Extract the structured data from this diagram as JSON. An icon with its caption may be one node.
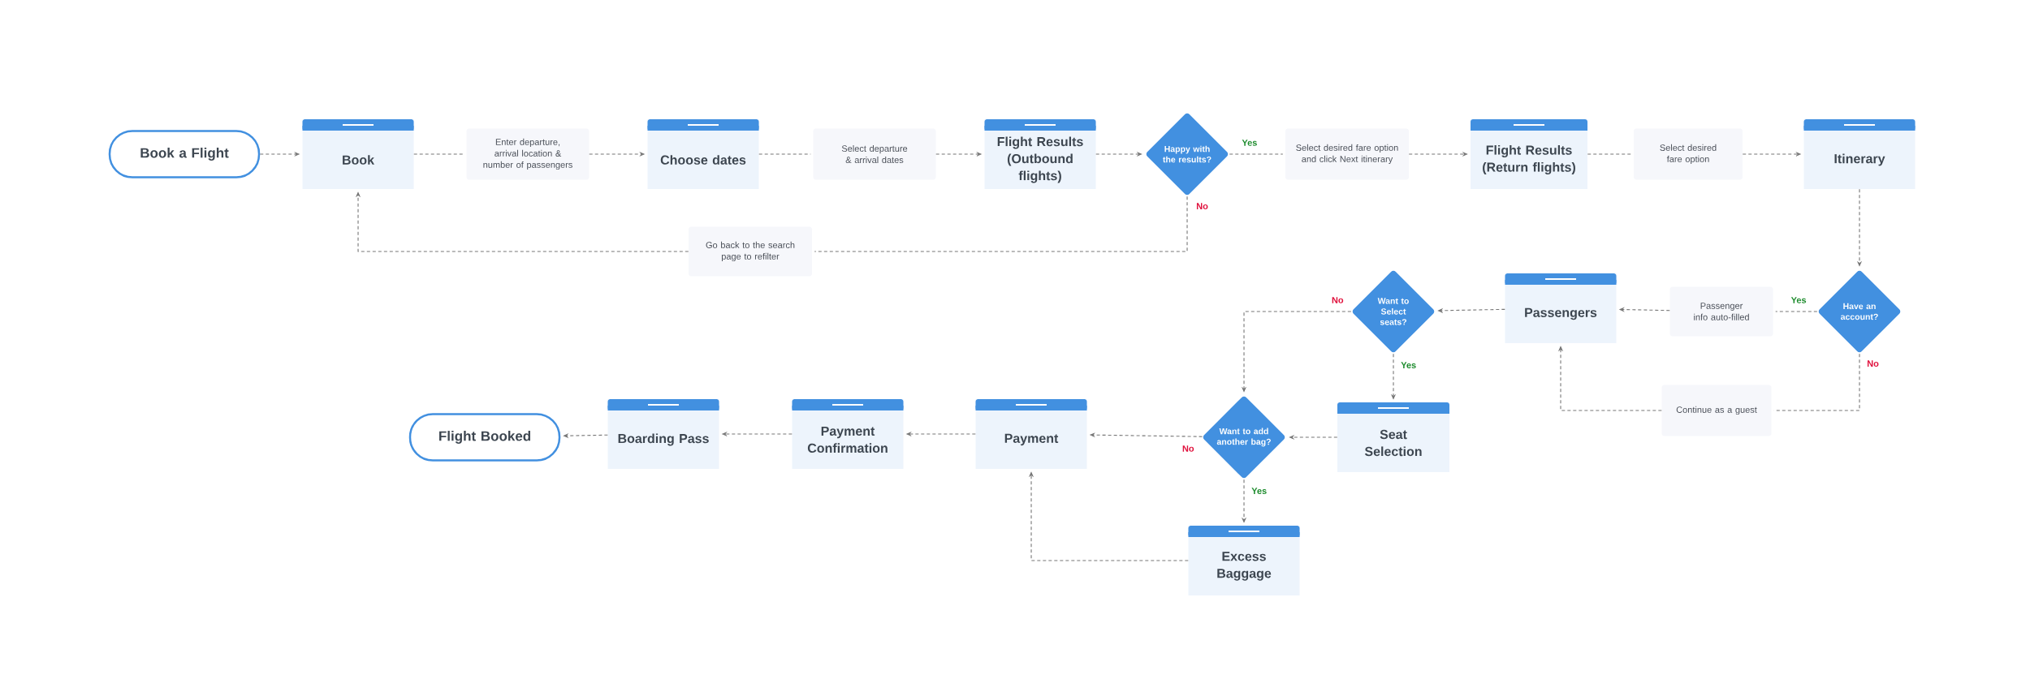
{
  "diagram": {
    "nodes": [
      {
        "text": [
          "Book a Flight"
        ]
      },
      {
        "text": [
          "Book"
        ]
      },
      {
        "text": [
          "Enter departure, arrival location & number of passengers"
        ]
      },
      {
        "text": [
          "Choose dates"
        ]
      },
      {
        "text": [
          "Select departure & arrival dates"
        ]
      },
      {
        "text": [
          "Flight Results (Outbound flights)"
        ]
      },
      {
        "text": [
          "Happy with the results?"
        ]
      },
      {
        "text": [
          "Select desired fare option and click Next itinerary"
        ]
      },
      {
        "text": [
          "Flight Results (Return flights)"
        ]
      },
      {
        "text": [
          "Select desired fare option"
        ]
      },
      {
        "text": [
          "Itinerary"
        ]
      },
      {
        "text": [
          "Go back to the search page to refilter"
        ]
      },
      {
        "text": [
          "Have an account?"
        ]
      },
      {
        "text": [
          "Passenger info auto-filled"
        ]
      },
      {
        "text": [
          "Passengers"
        ]
      },
      {
        "text": [
          "Want to Select seats?"
        ]
      },
      {
        "text": [
          "Continue as a guest"
        ]
      },
      {
        "text": [
          "Seat Selection"
        ]
      },
      {
        "text": [
          "Want to add another bag?"
        ]
      },
      {
        "text": [
          "Payment"
        ]
      },
      {
        "text": [
          "Payment Confirmation"
        ]
      },
      {
        "text": [
          "Boarding Pass"
        ]
      },
      {
        "text": [
          "Flight Booked"
        ]
      },
      {
        "text": [
          "Excess Baggage"
        ]
      }
    ],
    "edges": [
      {
        "from": 0,
        "to": 1,
        "arrow": "to"
      },
      {
        "from": 1,
        "to": 2,
        "arrow": "none"
      },
      {
        "from": 2,
        "to": 3,
        "arrow": "to"
      },
      {
        "from": 3,
        "to": 4,
        "arrow": "none"
      },
      {
        "from": 4,
        "to": 5,
        "arrow": "to"
      },
      {
        "from": 5,
        "to": 6,
        "arrow": "to"
      },
      {
        "from": 6,
        "to": 7,
        "arrow": "none",
        "label": "Yes"
      },
      {
        "from": 7,
        "to": 8,
        "arrow": "to"
      },
      {
        "from": 8,
        "to": 9,
        "arrow": "none"
      },
      {
        "from": 9,
        "to": 10,
        "arrow": "to"
      },
      {
        "from": 6,
        "to": 11,
        "arrow": "none",
        "label": "No"
      },
      {
        "from": 11,
        "to": 1,
        "arrow": "to"
      },
      {
        "from": 10,
        "to": 12,
        "arrow": "to"
      },
      {
        "from": 12,
        "to": 13,
        "arrow": "none",
        "label": "Yes"
      },
      {
        "from": 13,
        "to": 14,
        "arrow": "to"
      },
      {
        "from": 12,
        "to": 16,
        "arrow": "none",
        "label": "No"
      },
      {
        "from": 16,
        "to": 14,
        "arrow": "to"
      },
      {
        "from": 14,
        "to": 15,
        "arrow": "to"
      },
      {
        "from": 15,
        "to": 18,
        "arrow": "to",
        "label": "No"
      },
      {
        "from": 15,
        "to": 17,
        "arrow": "to",
        "label": "Yes"
      },
      {
        "from": 17,
        "to": 18,
        "arrow": "to"
      },
      {
        "from": 18,
        "to": 19,
        "arrow": "to",
        "label": "No"
      },
      {
        "from": 18,
        "to": 23,
        "arrow": "to",
        "label": "Yes"
      },
      {
        "from": 23,
        "to": 19,
        "arrow": "to"
      },
      {
        "from": 19,
        "to": 20,
        "arrow": "to"
      },
      {
        "from": 20,
        "to": 21,
        "arrow": "to"
      },
      {
        "from": 21,
        "to": 22,
        "arrow": "to"
      }
    ]
  }
}
